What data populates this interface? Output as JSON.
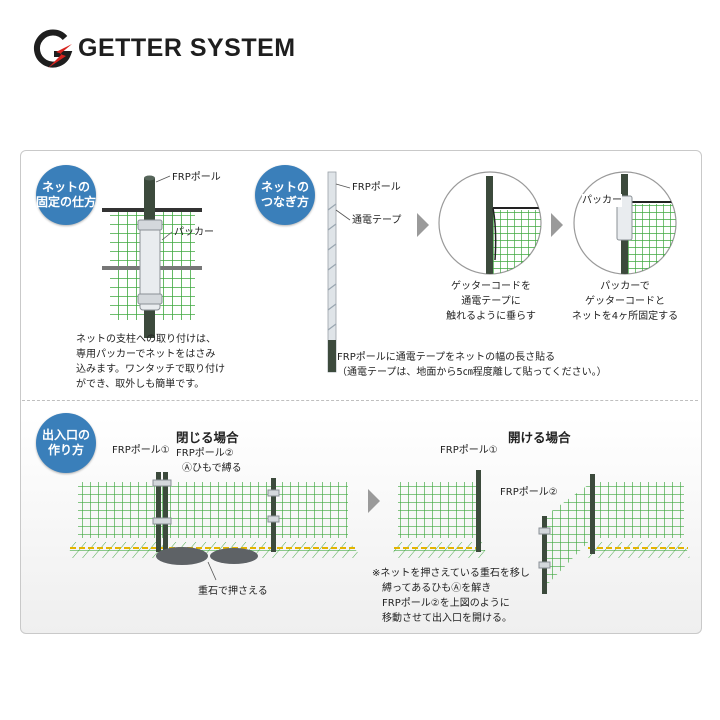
{
  "brand": {
    "name": "GETTER SYSTEM"
  },
  "sections": {
    "fix": {
      "badge": "ネットの\n固定の仕方",
      "pole_label": "FRPポール",
      "packer_label": "パッカー",
      "description": "ネットの支柱への取り付けは、\n専用パッカーでネットをはさみ\n込みます。ワンタッチで取り付け\nができ、取外しも簡単です。"
    },
    "join": {
      "badge": "ネットの\nつなぎ方",
      "pole_label": "FRPポール",
      "tape_label": "通電テープ",
      "note": "FRPポールに通電テープをネットの幅の長さ貼る\n（通電テープは、地面から5㎝程度離して貼ってください。）",
      "step1": "ゲッターコードを\n通電テープに\n触れるように垂らす",
      "step2_packer": "パッカー",
      "step2": "パッカーで\nゲッターコードと\nネットを4ヶ所固定する"
    },
    "entrance": {
      "badge": "出入口の\n作り方",
      "closed_title": "閉じる場合",
      "pole1": "FRPポール①",
      "pole2": "FRPポール②",
      "tie": "Ⓐひもで縛る",
      "stones": "重石で押さえる",
      "open_title": "開ける場合",
      "open_pole1": "FRPポール①",
      "open_pole2": "FRPポール②",
      "open_note": "※ネットを押さえている重石を移し\n　縛ってあるひもⒶを解き\n　FRPポール②を上図のように\n　移動させて出入口を開ける。"
    }
  },
  "colors": {
    "accent": "#3a7fba",
    "net": "#3fa83f",
    "pole": "#3c4a3c",
    "brand_red": "#d8231e"
  }
}
